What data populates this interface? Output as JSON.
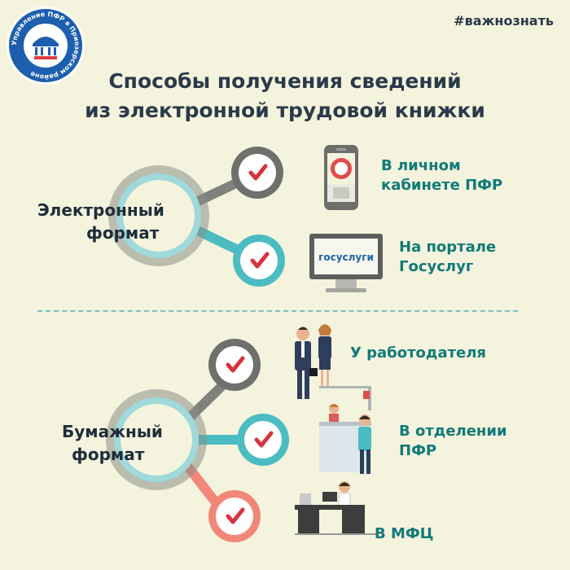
{
  "header": {
    "hashtag": "#важнознать",
    "logo_text": "Управление ПФР в Приозерском районе"
  },
  "title": {
    "line1": "Способы получения сведений",
    "line2": "из электронной трудовой книжки"
  },
  "electronic": {
    "label_line1": "Электронный",
    "label_line2": "формат",
    "items": [
      {
        "text_line1": "В личном",
        "text_line2": "кабинете ПФР",
        "icon": "smartphone-pfr-app-icon"
      },
      {
        "text_line1": "На портале",
        "text_line2": "Госуслуг",
        "icon": "monitor-gosuslugi-icon",
        "screen_label": "госуслуги"
      }
    ]
  },
  "paper": {
    "label_line1": "Бумажный",
    "label_line2": "формат",
    "items": [
      {
        "text_line1": "У работодателя",
        "icon": "employers-people-icon"
      },
      {
        "text_line1": "В отделении",
        "text_line2": "ПФР",
        "icon": "pfr-office-desk-icon"
      },
      {
        "text_line1": "В МФЦ",
        "icon": "mfc-office-desk-icon"
      }
    ]
  },
  "colors": {
    "background": "#f4f3dd",
    "teal": "#4bbcc2",
    "gray": "#7f827c",
    "coral": "#f08779",
    "check_red": "#d8323f",
    "text_dark": "#1f2d3a",
    "text_teal": "#117a78"
  }
}
